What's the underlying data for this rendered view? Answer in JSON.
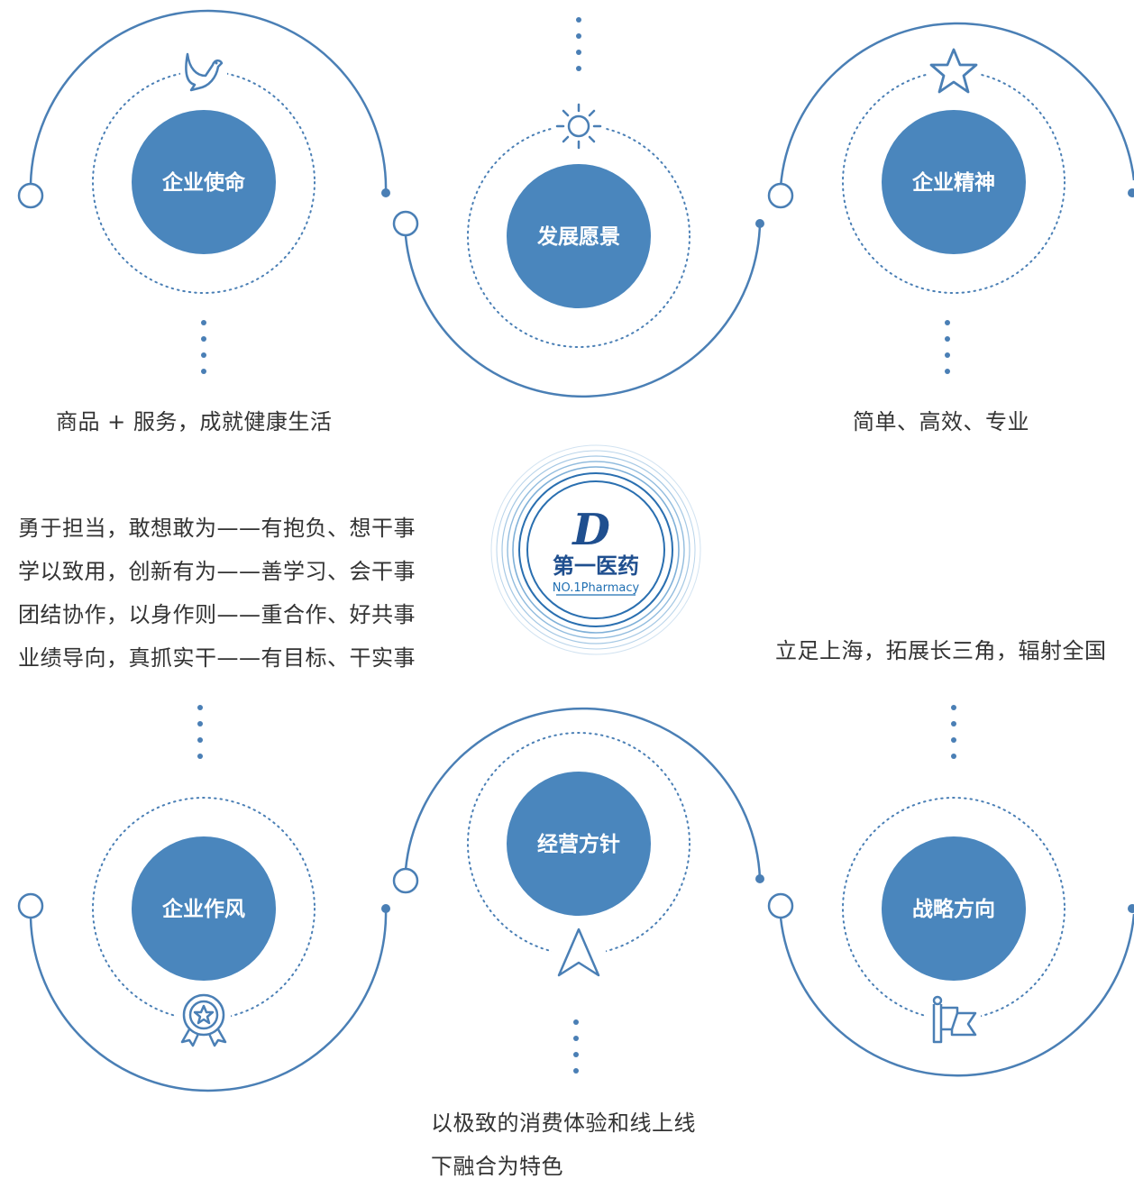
{
  "colors": {
    "primary": "#4a86bd",
    "line": "#4a7fb5",
    "text": "#333333",
    "logo_ring": "#7fb0d8"
  },
  "nodes": [
    {
      "id": "mission",
      "title": "企业使命",
      "icon": "dove-icon",
      "description": [
        "商品 + 服务，成就健康生活"
      ]
    },
    {
      "id": "vision",
      "title": "发展愿景",
      "icon": "sun-icon",
      "description": []
    },
    {
      "id": "spirit",
      "title": "企业精神",
      "icon": "star-icon",
      "description": [
        "简单、高效、专业"
      ]
    },
    {
      "id": "style",
      "title": "企业作风",
      "icon": "award-badge-icon",
      "description": [
        "勇于担当，敢想敢为——有抱负、想干事",
        "学以致用，创新有为——善学习、会干事",
        "团结协作，以身作则——重合作、好共事",
        "业绩导向，真抓实干——有目标、干实事"
      ]
    },
    {
      "id": "policy",
      "title": "经营方针",
      "icon": "navigation-arrow-icon",
      "description": [
        "以极致的消费体验和线上线",
        "下融合为特色"
      ]
    },
    {
      "id": "strategy",
      "title": "战略方向",
      "icon": "flag-icon",
      "description": [
        "立足上海，拓展长三角，辐射全国"
      ]
    }
  ],
  "logo": {
    "name_cn": "第一医药",
    "name_en": "NO.1Pharmacy",
    "initial": "D"
  }
}
